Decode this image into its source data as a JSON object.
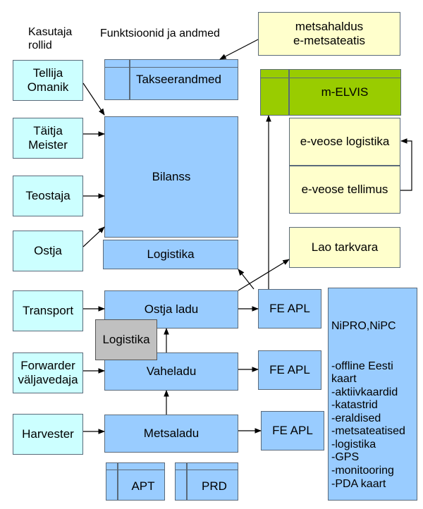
{
  "headers": {
    "roles": "Kasutaja\nrollid",
    "functions": "Funktsioonid ja andmed"
  },
  "roles": {
    "tellija": "Tellija\nOmanik",
    "taitja": "Täitja\nMeister",
    "teostaja": "Teostaja",
    "ostja": "Ostja",
    "transport": "Transport",
    "forwarder": "Forwarder\nväljavedaja",
    "harvester": "Harvester"
  },
  "functions": {
    "takseerandmed": "Takseerandmed",
    "bilanss": "Bilanss",
    "logistika": "Logistika",
    "ostja_ladu": "Ostja ladu",
    "logistika_overlay": "Logistika",
    "vaheladu": "Vaheladu",
    "metsaladu": "Metsaladu",
    "apt": "APT",
    "prd": "PRD"
  },
  "external": {
    "metsahaldus": "metsahaldus\ne-metsateatis",
    "m_elvis": "m-ELVIS",
    "e_veose_logistika": "e-veose logistika",
    "e_veose_tellimus": "e-veose tellimus",
    "lao_tarkvara": "Lao tarkvara"
  },
  "fe_apl": {
    "top": "FE APL",
    "middle": "FE APL",
    "bottom": "FE APL"
  },
  "nipro": {
    "title": "NiPRO,NiPC",
    "items": "-offline Eesti\nkaart\n-aktiivkaardid\n-katastrid\n-eraldised\n-metsateatised\n-logistika\n-GPS\n-monitooring\n-PDA kaart"
  },
  "colors": {
    "role": "#ccffff",
    "function": "#99ccff",
    "external": "#ffffcc",
    "elvis": "#99cc00",
    "overlay": "#c0c0c0",
    "arrow": "#000000"
  }
}
